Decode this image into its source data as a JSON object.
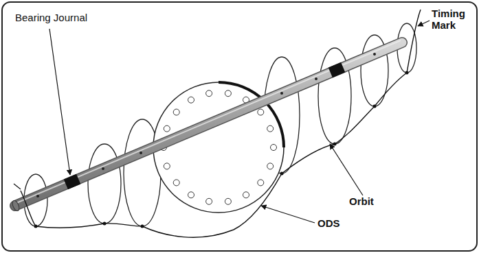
{
  "diagram": {
    "labels": [
      "Bearing Journal",
      "Timing Mark",
      "Orbit",
      "ODS"
    ]
  }
}
